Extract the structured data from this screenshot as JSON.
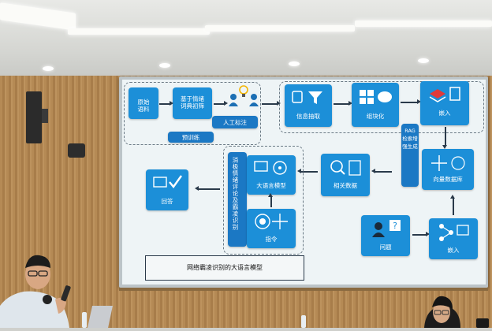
{
  "slide": {
    "title": "网络霸凌识别的大语言模型",
    "nodes": {
      "raw_corpus": "原始\n语料",
      "sentiment_lexicon": "基于情绪\n词典初筛",
      "manual_label": "人工标注",
      "pretrain": "预训练",
      "info_extract": "信息抽取",
      "chunking": "组块化",
      "embed_top": "嵌入",
      "rag_label": "RAG\n检索增强生成",
      "vector_db": "向量数据库",
      "related_data": "相关数据",
      "llm": "大语言模型",
      "instruction": "指令",
      "task_desc": "消极情绪评论及霸凌识别",
      "answer": "回答",
      "question": "问题",
      "embed_bottom": "嵌入"
    }
  },
  "colors": {
    "node_blue": "#1c8fd8",
    "slide_bg": "#eef4f6",
    "wall_wood": "#b58a55"
  },
  "icons": [
    "document-icon",
    "database-icon",
    "person-icon",
    "funnel-icon",
    "grid-icon",
    "chat-icon",
    "layers-icon",
    "checklist-icon",
    "network-icon",
    "search-icon",
    "brain-icon",
    "target-icon",
    "checkmark-icon",
    "question-icon"
  ]
}
